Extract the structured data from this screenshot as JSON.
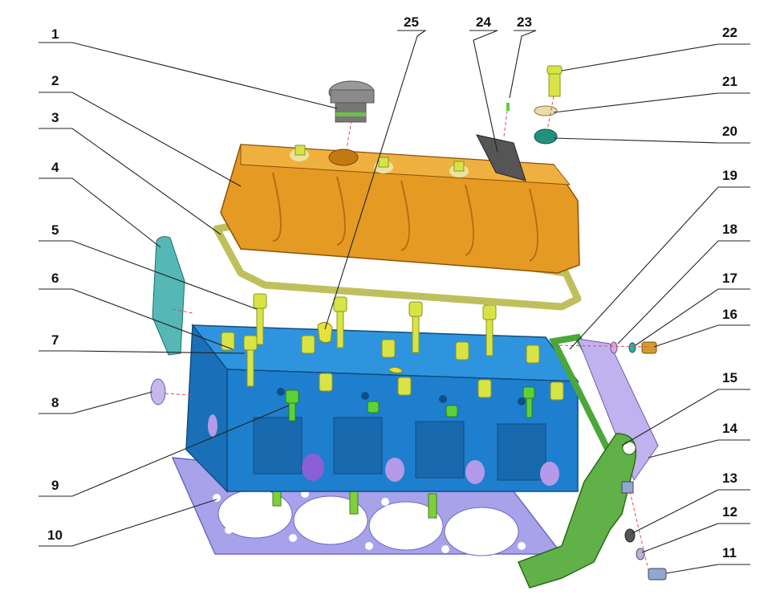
{
  "callouts": [
    {
      "id": "1",
      "label": "1"
    },
    {
      "id": "2",
      "label": "2"
    },
    {
      "id": "3",
      "label": "3"
    },
    {
      "id": "4",
      "label": "4"
    },
    {
      "id": "5",
      "label": "5"
    },
    {
      "id": "6",
      "label": "6"
    },
    {
      "id": "7",
      "label": "7"
    },
    {
      "id": "8",
      "label": "8"
    },
    {
      "id": "9",
      "label": "9"
    },
    {
      "id": "10",
      "label": "10"
    },
    {
      "id": "11",
      "label": "11"
    },
    {
      "id": "12",
      "label": "12"
    },
    {
      "id": "13",
      "label": "13"
    },
    {
      "id": "14",
      "label": "14"
    },
    {
      "id": "15",
      "label": "15"
    },
    {
      "id": "16",
      "label": "16"
    },
    {
      "id": "17",
      "label": "17"
    },
    {
      "id": "18",
      "label": "18"
    },
    {
      "id": "19",
      "label": "19"
    },
    {
      "id": "20",
      "label": "20"
    },
    {
      "id": "21",
      "label": "21"
    },
    {
      "id": "22",
      "label": "22"
    },
    {
      "id": "23",
      "label": "23"
    },
    {
      "id": "24",
      "label": "24"
    },
    {
      "id": "25",
      "label": "25"
    }
  ],
  "colors": {
    "valve_cover": "#e08f1a",
    "cylinder_head": "#1f86d6",
    "head_gasket": "#9b97e0",
    "cover_gasket": "#c8c86a",
    "bolts": "#d6e040",
    "bracket": "#4aa83a",
    "end_plate": "#b7a8e8",
    "leader_lines": "#222222",
    "axis_lines": "#e0475b"
  }
}
